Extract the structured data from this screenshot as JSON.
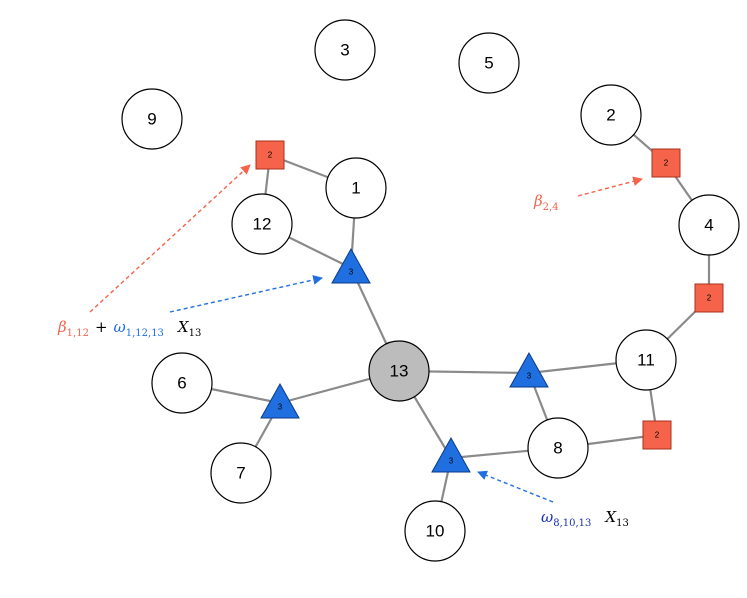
{
  "colors": {
    "beta": "#f4634a",
    "omega": "#1f6fe0",
    "omega_dark": "#1a2fb8",
    "hub": "#bcbcbc",
    "edge": "#8a8a8a"
  },
  "nodes": [
    {
      "id": "n3",
      "label": "3"
    },
    {
      "id": "n5",
      "label": "5"
    },
    {
      "id": "n9",
      "label": "9"
    },
    {
      "id": "n2",
      "label": "2"
    },
    {
      "id": "n1",
      "label": "1"
    },
    {
      "id": "n12",
      "label": "12"
    },
    {
      "id": "n4",
      "label": "4"
    },
    {
      "id": "n13",
      "label": "13",
      "hub": true
    },
    {
      "id": "n11",
      "label": "11"
    },
    {
      "id": "n6",
      "label": "6"
    },
    {
      "id": "n7",
      "label": "7"
    },
    {
      "id": "n8",
      "label": "8"
    },
    {
      "id": "n10",
      "label": "10"
    }
  ],
  "hyperedges": [
    {
      "id": "sq-1-12",
      "shape": "square",
      "order": "2"
    },
    {
      "id": "sq-2-4",
      "shape": "square",
      "order": "2"
    },
    {
      "id": "sq-4-11",
      "shape": "square",
      "order": "2"
    },
    {
      "id": "sq-11-8",
      "shape": "square",
      "order": "2"
    },
    {
      "id": "tri-1-12-13",
      "shape": "triangle",
      "order": "3"
    },
    {
      "id": "tri-6-7-13",
      "shape": "triangle",
      "order": "3"
    },
    {
      "id": "tri-13-11-8",
      "shape": "triangle",
      "order": "3"
    },
    {
      "id": "tri-8-10-13",
      "shape": "triangle",
      "order": "3"
    }
  ],
  "annotations": {
    "a1": {
      "beta": "β",
      "beta_sub": "1,12",
      "plus": "+",
      "omega": "ω",
      "omega_sub": "1,12,13",
      "x": "X",
      "x_sub": "13"
    },
    "a2": {
      "beta": "β",
      "beta_sub": "2,4"
    },
    "a3": {
      "omega": "ω",
      "omega_sub": "8,10,13",
      "x": "X",
      "x_sub": "13"
    }
  }
}
